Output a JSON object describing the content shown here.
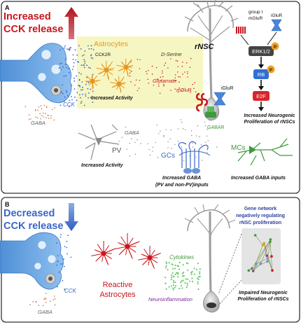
{
  "panel_a": {
    "letter": "A",
    "headline_line1": "Increased",
    "headline_line2": "CCK release",
    "astrocytes_title": "Astrocytes",
    "ck2r_label": "CCK2R",
    "astro_activity": "Increased Activity",
    "d_serine": "D-Serine",
    "glutamate": "Glutamate",
    "rnsc_label": "rNSC",
    "mglur_label": "mGluR",
    "iglur_label": "iGluR",
    "gabar_label": "GABAR",
    "cck_label": "CCK",
    "gaba_label_left": "GABA",
    "gaba_label_mid": "GABA",
    "pv_label": "PV",
    "pv_activity": "Increased Activity",
    "gcs_label": "GCs",
    "gcs_caption_line1": "Increased GABA",
    "gcs_caption_line2": "(PV and non-PV)inputs",
    "mcs_label": "MCs",
    "mcs_caption": "Increased GABA inputs",
    "pathway": {
      "group_label_line1": "group I",
      "group_label_line2": "mGluR",
      "iglur_small": "iGluR",
      "erk": "ERK1/2",
      "rb": "RB",
      "e2f": "E2F",
      "p": "P",
      "outcome_line1": "Increased Neurogenic",
      "outcome_line2": "Proliferation of rNSCs"
    }
  },
  "panel_b": {
    "letter": "B",
    "headline_line1": "Decreased",
    "headline_line2": "CCK release",
    "cck_label": "CCK",
    "gaba_label": "GABA",
    "reactive_line1": "Reactive",
    "reactive_line2": "Astrocytes",
    "cytokines": "Cytokines",
    "neuroinflammation": "Neuroinflammation",
    "gene_network_line1": "Gene network",
    "gene_network_line2": "negatively  regulating",
    "gene_network_line3": "rNSC proliferation",
    "outcome_line1": "Impaired Neurogenic",
    "outcome_line2": "Proliferation of rNSCs"
  },
  "colors": {
    "red": "#c8161d",
    "blue": "#3a67c6",
    "astro_orange": "#e8961e",
    "yellow_box": "#f6f6c2",
    "purple_text": "#7b2a9a",
    "green": "#3d9a3a",
    "erk_gray": "#444444",
    "rb_blue": "#2f6fd0",
    "e2f_red": "#d8262b",
    "p_orange": "#f0a020"
  }
}
